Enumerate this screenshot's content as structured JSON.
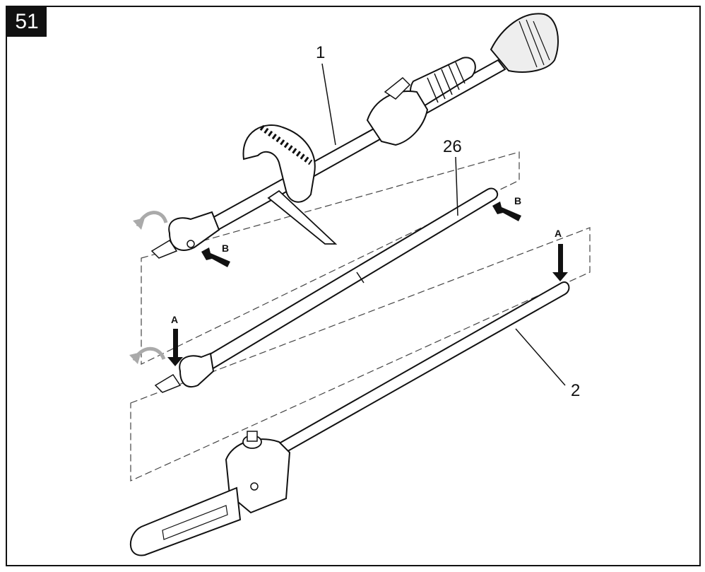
{
  "figure": {
    "number": "51",
    "callouts": {
      "handle_unit": "1",
      "extension_tube": "26",
      "saw_unit": "2"
    },
    "arrow_labels": {
      "a_top": "A",
      "a_left": "A",
      "b_left": "B",
      "b_right": "B"
    }
  }
}
